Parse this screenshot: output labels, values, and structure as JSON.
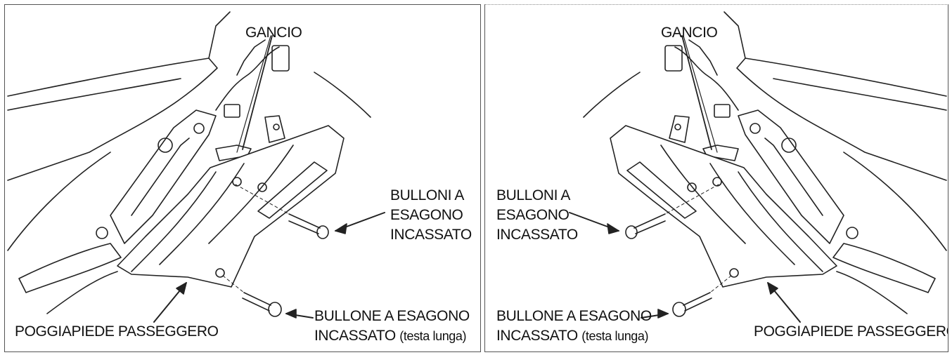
{
  "panels": {
    "left": {
      "labels": {
        "hook": "GANCIO",
        "bolts_l1": "BULLONI A",
        "bolts_l2": "ESAGONO",
        "bolts_l3": "INCASSATO",
        "bolt_long_l1": "BULLONE A ESAGONO",
        "bolt_long_l2": "INCASSATO",
        "bolt_long_l2_suffix": "(testa lunga)",
        "footrest": "POGGIAPIEDE PASSEGGERO"
      }
    },
    "right": {
      "labels": {
        "hook": "GANCIO",
        "bolts_l1": "BULLONI A",
        "bolts_l2": "ESAGONO",
        "bolts_l3": "INCASSATO",
        "bolt_long_l1": "BULLONE A ESAGONO",
        "bolt_long_l2": "INCASSATO",
        "bolt_long_l2_suffix": "(testa lunga)",
        "footrest": "POGGIAPIEDE PASSEGGERO"
      }
    }
  },
  "colors": {
    "line": "#222222",
    "frame": "#555555",
    "background": "#ffffff"
  }
}
